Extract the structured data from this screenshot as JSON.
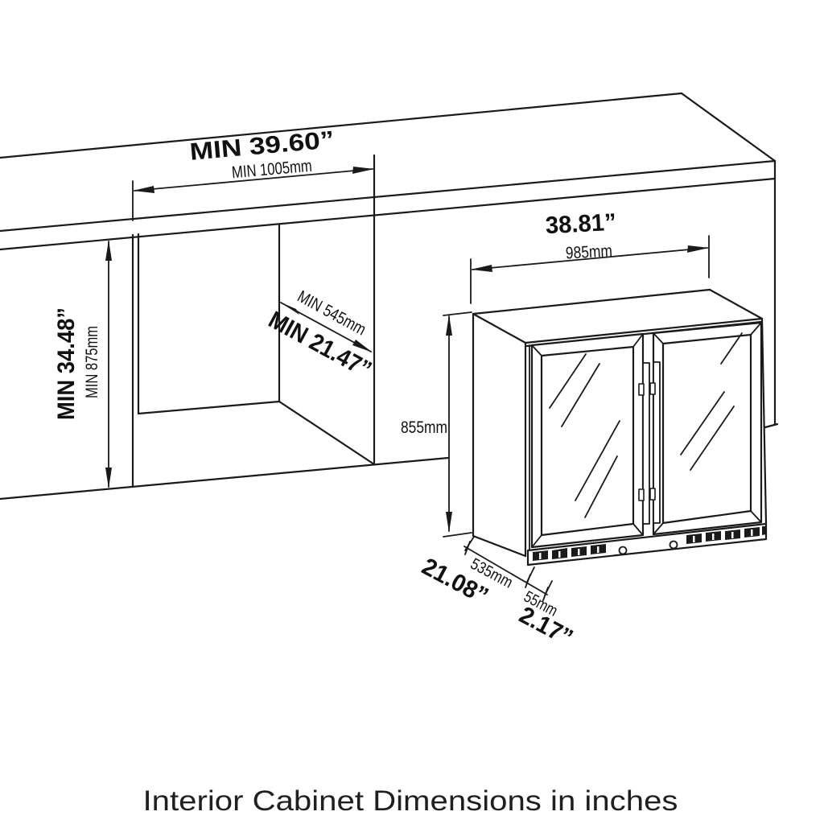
{
  "caption": "Interior Cabinet Dimensions in inches",
  "colors": {
    "line": "#1a1a1a",
    "background": "#ffffff"
  },
  "cabinet_opening": {
    "width_in": "MIN 39.60”",
    "width_mm": "MIN 1005mm",
    "height_in": "MIN 34.48”",
    "height_mm": "MIN 875mm",
    "depth_mm": "MIN 545mm",
    "depth_in": "MIN 21.47”"
  },
  "fridge": {
    "width_in": "38.81”",
    "width_mm": "985mm",
    "height_mm": "855mm",
    "depth_mm": "535mm",
    "depth_in": "21.08”",
    "door_mm": "55mm",
    "door_in": "2.17”"
  }
}
